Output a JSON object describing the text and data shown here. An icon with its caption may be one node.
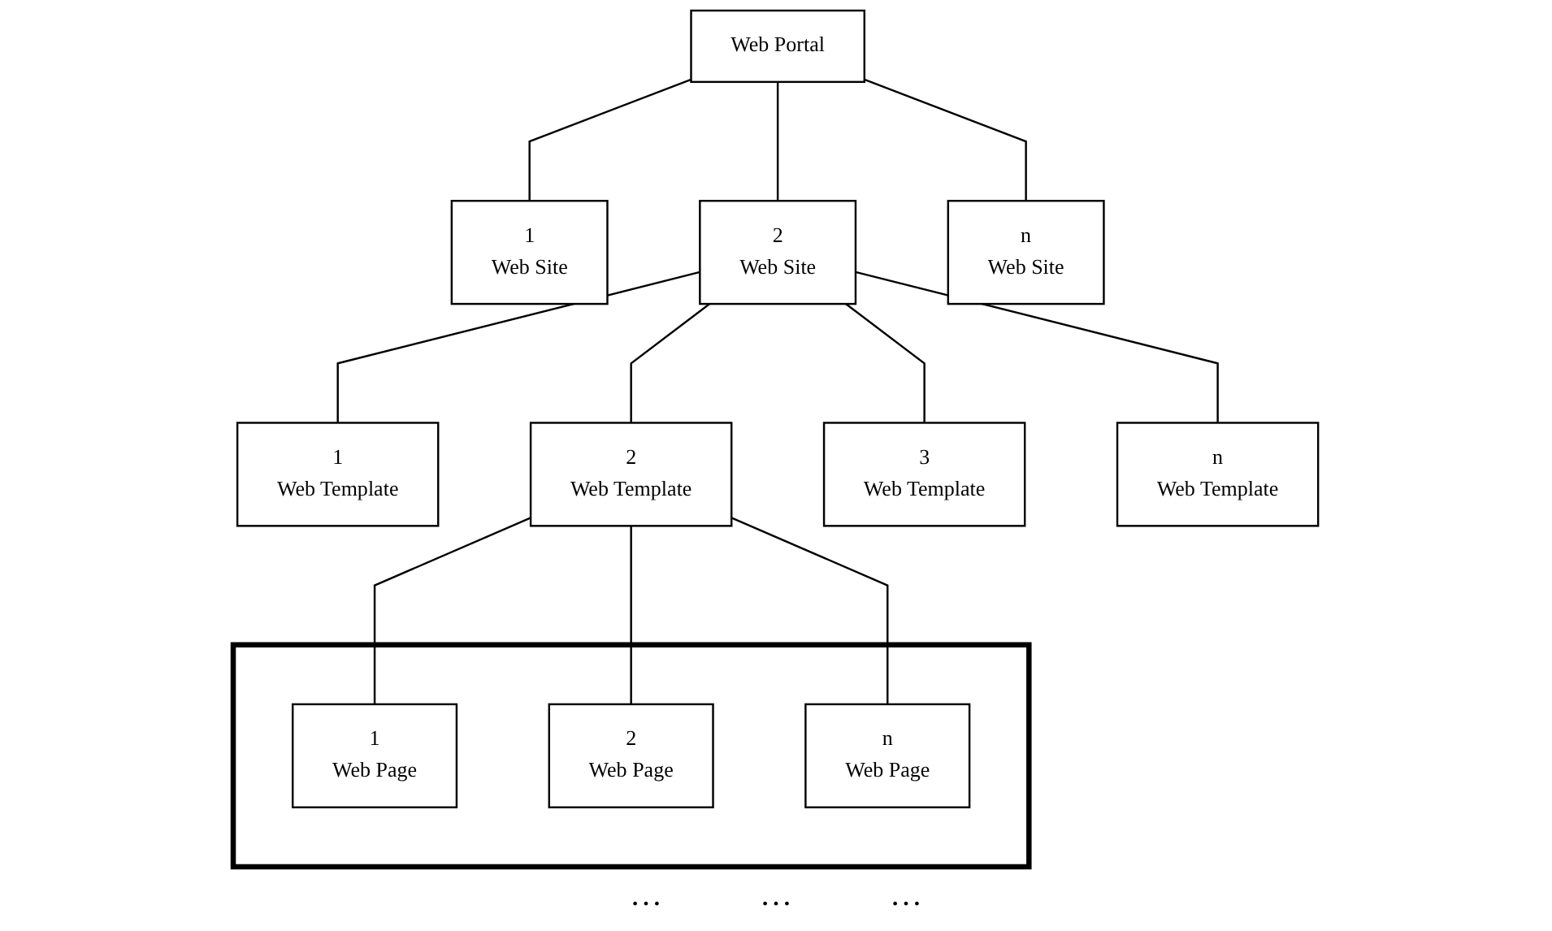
{
  "diagram": {
    "nodes": [
      {
        "text": [
          "Web Portal"
        ]
      },
      {
        "text": [
          "1",
          "Web Site"
        ]
      },
      {
        "text": [
          "2",
          "Web Site"
        ]
      },
      {
        "text": [
          "n",
          "Web Site"
        ]
      },
      {
        "text": [
          "1",
          "Web Template"
        ]
      },
      {
        "text": [
          "2",
          "Web Template"
        ]
      },
      {
        "text": [
          "3",
          "Web Template"
        ]
      },
      {
        "text": [
          "n",
          "Web Template"
        ]
      },
      {
        "text": [],
        "shape": "box"
      },
      {
        "text": [
          "1",
          "Web Page"
        ],
        "in": 8
      },
      {
        "text": [
          "2",
          "Web Page"
        ],
        "in": 8
      },
      {
        "text": [
          "n",
          "Web Page"
        ],
        "in": 8
      }
    ],
    "edges": [
      {
        "from": 0,
        "to": 1,
        "arrow": "none"
      },
      {
        "from": 0,
        "to": 2,
        "arrow": "none"
      },
      {
        "from": 0,
        "to": 3,
        "arrow": "none"
      },
      {
        "from": 2,
        "to": 4,
        "arrow": "none"
      },
      {
        "from": 2,
        "to": 5,
        "arrow": "none"
      },
      {
        "from": 2,
        "to": 6,
        "arrow": "none"
      },
      {
        "from": 2,
        "to": 7,
        "arrow": "none"
      },
      {
        "from": 5,
        "to": 9,
        "arrow": "none"
      },
      {
        "from": 5,
        "to": 10,
        "arrow": "none"
      },
      {
        "from": 5,
        "to": 11,
        "arrow": "none"
      }
    ],
    "labels": [
      "…",
      "…",
      "…"
    ]
  }
}
